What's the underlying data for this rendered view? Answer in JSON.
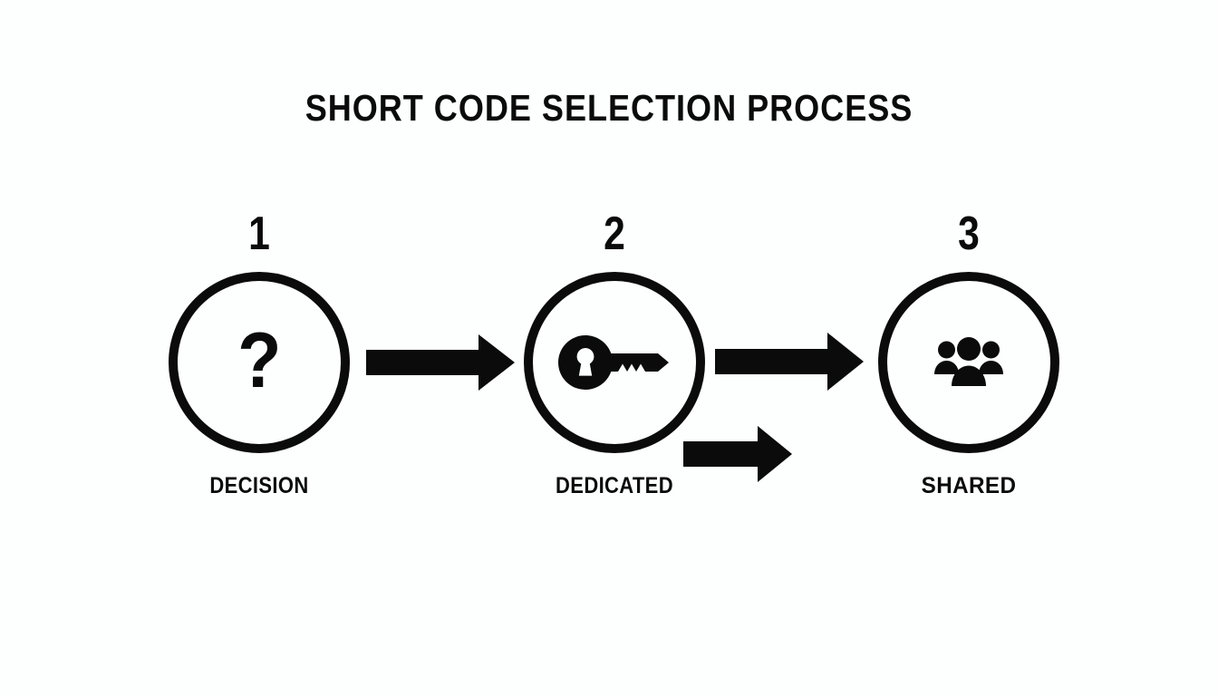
{
  "title": "SHORT CODE SELECTION PROCESS",
  "theme": {
    "background": "#fdfefe",
    "ink": "#0b0b0b"
  },
  "steps": [
    {
      "number": "1",
      "label": "DECISION",
      "icon": "question-mark-icon",
      "glyph": "?"
    },
    {
      "number": "2",
      "label": "DEDICATED",
      "icon": "key-icon",
      "glyph": ""
    },
    {
      "number": "3",
      "label": "SHARED",
      "icon": "people-group-icon",
      "glyph": ""
    }
  ],
  "connectors": [
    {
      "name": "arrow-decision-to-dedicated",
      "direction": "right",
      "size": "large"
    },
    {
      "name": "arrow-dedicated-to-shared",
      "direction": "right",
      "size": "large"
    },
    {
      "name": "arrow-dedicated-to-shared-secondary",
      "direction": "right",
      "size": "small"
    }
  ]
}
